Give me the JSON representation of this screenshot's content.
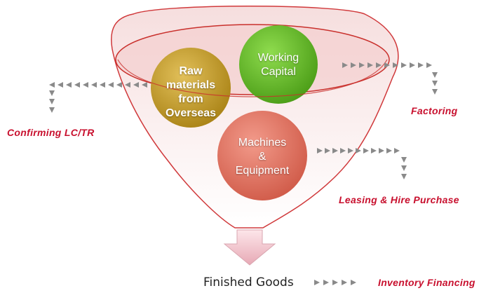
{
  "circles": {
    "raw_materials": {
      "line1": "Raw",
      "line2": "materials",
      "line3": "from",
      "line4": "Overseas",
      "color": "#c9a227"
    },
    "working_capital": {
      "line1": "Working",
      "line2": "Capital",
      "color": "#6abf2e"
    },
    "machines": {
      "line1": "Machines",
      "line2": "&",
      "line3": "Equipment",
      "color": "#e2725f"
    }
  },
  "labels": {
    "factoring": "Factoring",
    "confirming": "Confirming LC/TR",
    "leasing": "Leasing & Hire Purchase",
    "finished_goods": "Finished Goods",
    "inventory_financing": "Inventory Financing"
  },
  "colors": {
    "accent_red": "#c8102e",
    "funnel_outline": "#d0393b",
    "arrow_gray": "#8a8a8a"
  }
}
